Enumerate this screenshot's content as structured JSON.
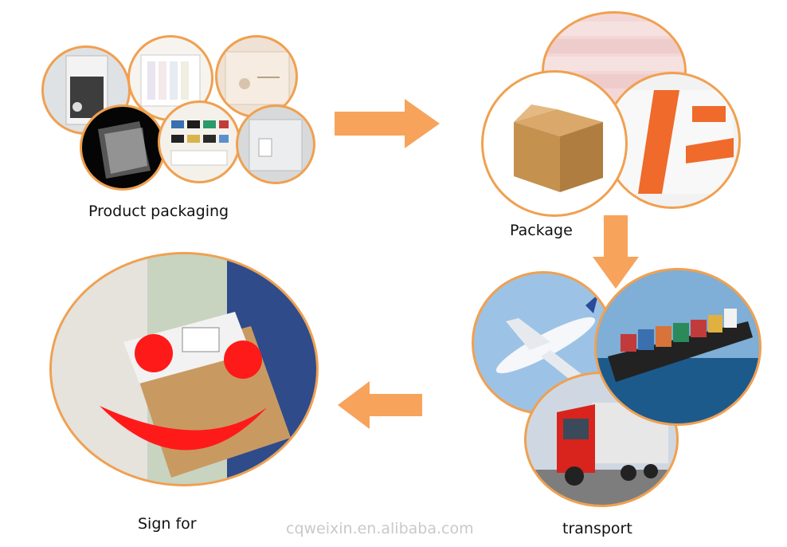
{
  "steps": [
    {
      "id": "product-packaging",
      "label": "Product packaging"
    },
    {
      "id": "package",
      "label": "Package"
    },
    {
      "id": "transport",
      "label": "transport"
    },
    {
      "id": "sign-for",
      "label": "Sign for"
    }
  ],
  "watermark": "cqweixin.en.alibaba.com",
  "colors": {
    "accent": "#f7a35c",
    "border": "#f0a050",
    "smile": "#ff1a1a"
  }
}
